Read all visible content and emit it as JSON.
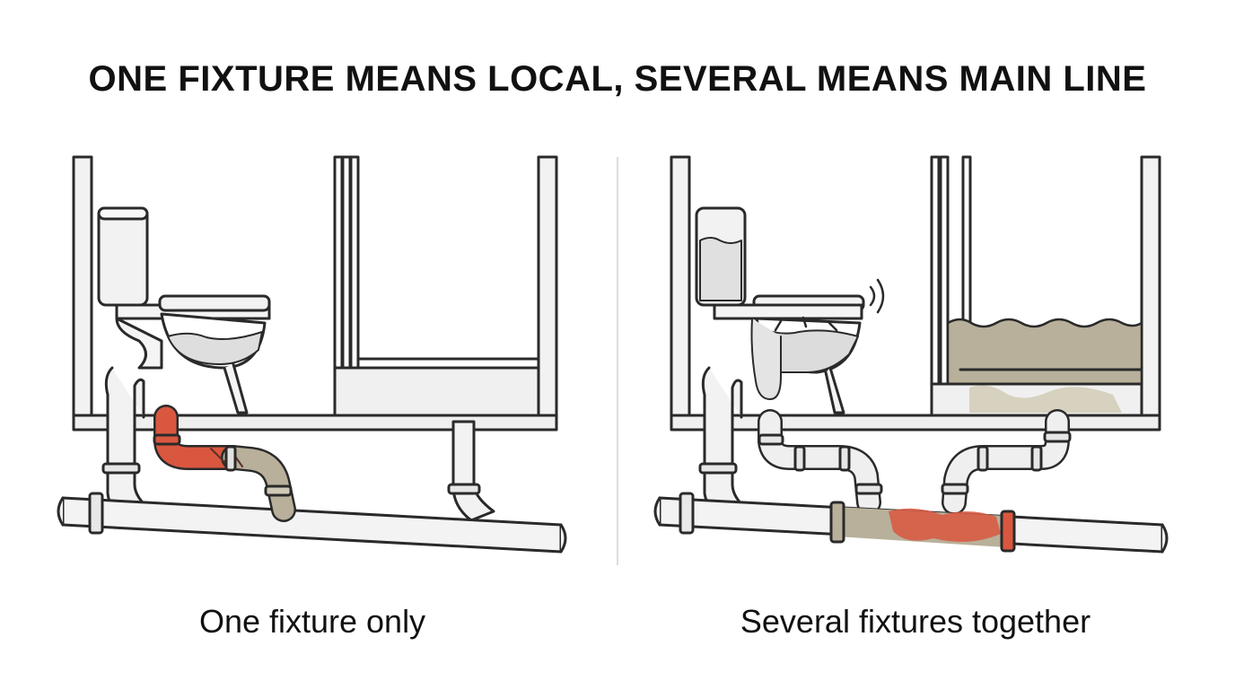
{
  "title": "ONE FIXTURE MEANS LOCAL, SEVERAL MEANS MAIN LINE",
  "panels": [
    {
      "caption": "One fixture only"
    },
    {
      "caption": "Several fixtures together"
    }
  ],
  "colors": {
    "outline": "#2a2a2a",
    "pipe": "#ededed",
    "clog_red": "#d9573f",
    "sludge": "#b8b09a",
    "water": "#e4e4e4"
  }
}
